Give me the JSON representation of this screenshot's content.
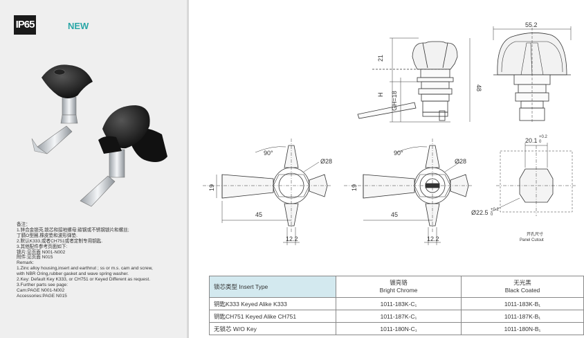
{
  "badges": {
    "ip": "IP65",
    "new": "NEW"
  },
  "notes": [
    "备注：",
    "1.锌合金锁壳,锁芯和接地螺母;碳钢或不锈钢锁片和螺丝;",
    "丁腈O型圈,橡皮垫和波形弹垫.",
    "2.默认K333,或者CH751或者定制专用钥匙.",
    "3.其他配件参考页面如下:",
    "锁片:见页面 N001-N002",
    "附件:见页面 N015",
    "Remark:",
    "1.Zinc alloy housing,insert and earthnut ; ss or m.s. cam and screw,",
    "with NBR Oring,rubber gasket and wave spring washer.",
    "2.Key: Default Key K333, or CH751 or Keyed Different as request.",
    "3.Further parts see page:",
    "Cam:PAGE N001-N002",
    "Accessories:PAGE N015"
  ],
  "dims": {
    "d21": "21",
    "h": "H",
    "gh": "GH=18",
    "d48": "48",
    "d552": "55.2",
    "angle1": "90°",
    "d28a": "Ø28",
    "d19a": "19",
    "d45a": "45",
    "d122a": "12.2",
    "angle2": "90°",
    "d28b": "Ø28",
    "d19b": "19",
    "d45b": "45",
    "d122b": "12.2",
    "cutout_w": "20.1",
    "cutout_w_tol_up": "+0.2",
    "cutout_w_tol_lo": "0",
    "cutout_d": "Ø22.5",
    "cutout_d_tol_up": "+0.2",
    "cutout_d_tol_lo": "0",
    "cutout_cn": "开孔尺寸",
    "cutout_en": "Panel Cutout"
  },
  "table": {
    "headers": [
      {
        "cn": "锁芯类型",
        "en": "Insert Type"
      },
      {
        "cn": "镀亮铬",
        "en": "Bright Chrome"
      },
      {
        "cn": "无光黑",
        "en": "Black Coated"
      }
    ],
    "rows": [
      {
        "type": "钥匙K333  Keyed Alike K333",
        "chrome": "1011-183K-C₁",
        "black": "1011-183K-B₁"
      },
      {
        "type": "钥匙CH751 Keyed Alike CH751",
        "chrome": "1011-187K-C₁",
        "black": "1011-187K-B₁"
      },
      {
        "type": "无锁芯  W/O Key",
        "chrome": "1011-180N-C₁",
        "black": "1011-180N-B₁"
      }
    ]
  }
}
